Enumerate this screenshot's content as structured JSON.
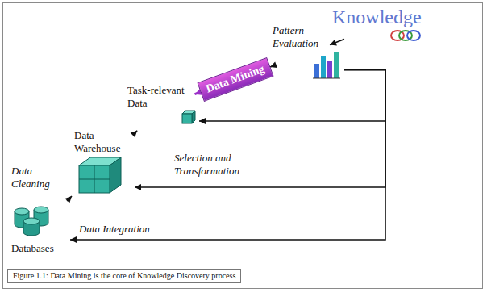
{
  "diagram": {
    "caption": "Figure 1.1: Data Mining is the core of Knowledge Discovery process",
    "nodes": [
      {
        "text": [
          "Databases"
        ]
      },
      {
        "text": [
          "Data Warehouse"
        ]
      },
      {
        "text": [
          "Task-relevant Data"
        ]
      },
      {
        "text": [
          "Data Mining"
        ]
      },
      {
        "text": [
          "Pattern Evaluation"
        ]
      },
      {
        "text": [
          "Knowledge"
        ]
      }
    ],
    "edges": [
      {
        "from": 0,
        "to": 1,
        "arrow": "to",
        "label": "Data Cleaning"
      },
      {
        "from": 1,
        "to": 2,
        "arrow": "to",
        "label": "Selection and Transformation"
      },
      {
        "from": 2,
        "to": 3,
        "arrow": "to"
      },
      {
        "from": 3,
        "to": 4,
        "arrow": "to"
      },
      {
        "from": 4,
        "to": 5,
        "arrow": "to"
      },
      {
        "from": 4,
        "to": 2,
        "arrow": "to"
      },
      {
        "from": 4,
        "to": 1,
        "arrow": "to"
      },
      {
        "from": 4,
        "to": 0,
        "arrow": "to",
        "label": "Data Integration"
      }
    ]
  }
}
